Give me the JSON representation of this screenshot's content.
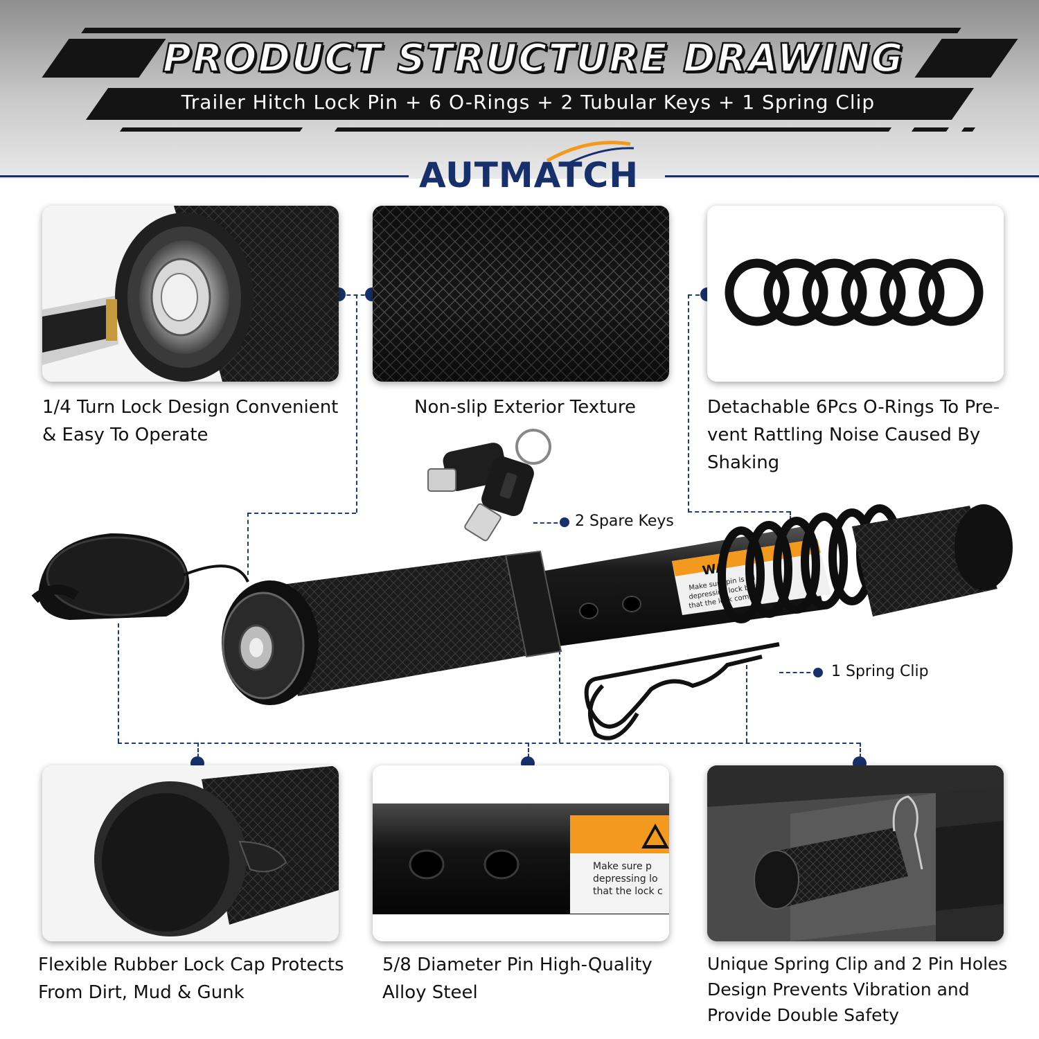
{
  "header": {
    "title": "PRODUCT STRUCTURE DRAWING",
    "subtitle": "Trailer Hitch Lock Pin + 6 O-Rings + 2 Tubular Keys + 1 Spring Clip"
  },
  "brand": {
    "logo_text": "AUTMATCH",
    "color": "#17306b"
  },
  "features_top": [
    {
      "caption": "1/4 Turn Lock Design Convenient & Easy To Operate",
      "image": "lock-cylinder-closeup"
    },
    {
      "caption": "Non-slip Exterior Texture",
      "image": "knurled-texture"
    },
    {
      "caption": "Detachable 6Pcs O-Rings To Pre-vent Rattling Noise Caused By Shaking",
      "image": "o-rings"
    }
  ],
  "features_bottom": [
    {
      "caption": "Flexible Rubber Lock Cap Protects From Dirt, Mud & Gunk",
      "image": "rubber-cap"
    },
    {
      "caption": "5/8 Diameter Pin High-Quality Alloy Steel",
      "image": "pin-holes"
    },
    {
      "caption": "Unique Spring Clip and 2 Pin Holes Design Prevents Vibration and Provide Double Safety",
      "image": "hitch-installed"
    }
  ],
  "callouts": {
    "keys": "2 Spare Keys",
    "clip": "1 Spring Clip"
  },
  "warning_label": {
    "heading": "WA",
    "line1": "Make sure pin is ful",
    "line2": "depressing lock butt",
    "line3": "that the lock compo"
  },
  "detail_warning": {
    "line1": "Make sure p",
    "line2": "depressing lo",
    "line3": "that the lock c"
  },
  "colors": {
    "accent": "#17306b",
    "warning": "#f39a1e",
    "metal": "#1b1b1b"
  }
}
